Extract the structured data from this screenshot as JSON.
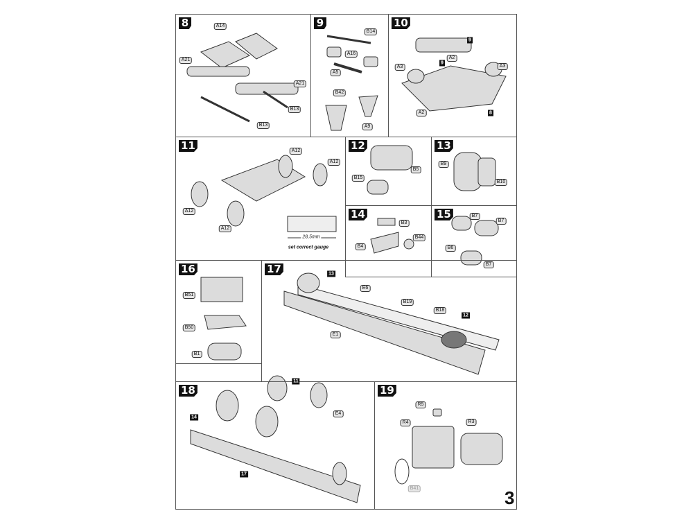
{
  "steps": {
    "s8": {
      "number": "8",
      "labels": [
        "A14",
        "A21",
        "A21",
        "B13",
        "B13"
      ]
    },
    "s9": {
      "number": "9",
      "labels": [
        "B14",
        "A16",
        "A5",
        "B42",
        "A9"
      ]
    },
    "s10": {
      "number": "10",
      "labels": [
        "A2",
        "A3",
        "A3",
        "A2"
      ],
      "refs": [
        "9",
        "9",
        "8"
      ]
    },
    "s11": {
      "number": "11",
      "labels": [
        "A12",
        "A12",
        "A12",
        "A12"
      ],
      "dimension": "28,5mm",
      "note": "set correct gauge"
    },
    "s12": {
      "number": "12",
      "labels": [
        "B5",
        "B15"
      ]
    },
    "s13": {
      "number": "13",
      "labels": [
        "B9",
        "B10"
      ]
    },
    "s14": {
      "number": "14",
      "labels": [
        "B3",
        "B44",
        "B4"
      ]
    },
    "s15": {
      "number": "15",
      "labels": [
        "B7",
        "B7",
        "B6",
        "B7"
      ]
    },
    "s16": {
      "number": "16",
      "labels": [
        "B51",
        "B50",
        "B1"
      ]
    },
    "s17": {
      "number": "17",
      "labels": [
        "E6",
        "B19",
        "B18",
        "E1"
      ],
      "refs": [
        "13",
        "12"
      ]
    },
    "s18": {
      "number": "18",
      "labels": [
        "E4"
      ],
      "refs": [
        "11",
        "14",
        "17"
      ]
    },
    "s19": {
      "number": "19",
      "labels": [
        "R5",
        "R4",
        "R3",
        "B41"
      ]
    }
  },
  "page_number": "3",
  "colors": {
    "line": "#555555",
    "badge": "#111111",
    "label_bg": "#e6e6e6",
    "part_fill": "#dcdcdc"
  }
}
